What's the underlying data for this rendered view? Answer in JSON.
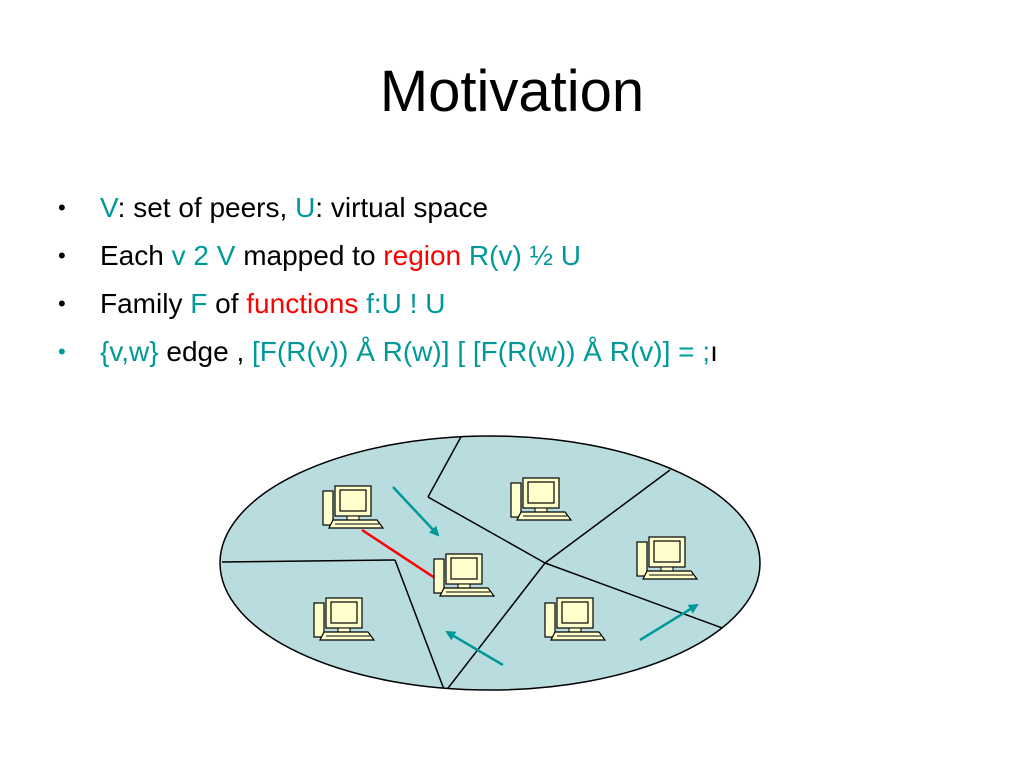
{
  "title": "Motivation",
  "colors": {
    "teal": "#009999",
    "red": "#ff0000",
    "black": "#000000",
    "region_fill": "#b9dcdf",
    "region_stroke": "#000000",
    "computer_fill": "#ffffcc"
  },
  "bullets": [
    {
      "mark": "•",
      "mark_color": "black",
      "segments": [
        {
          "text": "V",
          "color": "teal"
        },
        {
          "text": ": set of peers, ",
          "color": "black"
        },
        {
          "text": "U",
          "color": "teal"
        },
        {
          "text": ": virtual space",
          "color": "black"
        }
      ]
    },
    {
      "mark": "•",
      "mark_color": "black",
      "segments": [
        {
          "text": "Each ",
          "color": "black"
        },
        {
          "text": "v 2 V",
          "color": "teal"
        },
        {
          "text": " mapped to ",
          "color": "black"
        },
        {
          "text": "region",
          "color": "red"
        },
        {
          "text": " R(v) ½ U",
          "color": "teal"
        }
      ]
    },
    {
      "mark": "•",
      "mark_color": "black",
      "segments": [
        {
          "text": "Family ",
          "color": "black"
        },
        {
          "text": "F",
          "color": "teal"
        },
        {
          "text": " of ",
          "color": "black"
        },
        {
          "text": "functions",
          "color": "red"
        },
        {
          "text": " f:U ! U",
          "color": "teal"
        }
      ]
    },
    {
      "mark": "•",
      "mark_color": "teal",
      "segments": [
        {
          "text": "{v,w}",
          "color": "teal"
        },
        {
          "text": " edge , ",
          "color": "black"
        },
        {
          "text": "[F(R(v)) Å R(w)] [ [F(R(w)) Å R(v)] = ;",
          "color": "teal"
        },
        {
          "text": "ı",
          "color": "black"
        }
      ]
    }
  ],
  "diagram": {
    "peer_count": 6,
    "edge_color": "red",
    "arrow_color": "teal"
  }
}
